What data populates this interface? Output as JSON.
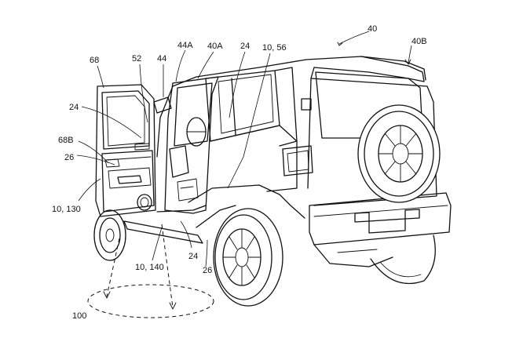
{
  "diagram": {
    "reference_labels": [
      {
        "id": "40",
        "text": "40"
      },
      {
        "id": "40B",
        "text": "40B"
      },
      {
        "id": "44A",
        "text": "44A"
      },
      {
        "id": "40A",
        "text": "40A"
      },
      {
        "id": "24-top",
        "text": "24"
      },
      {
        "id": "10-56",
        "text": "10, 56"
      },
      {
        "id": "68",
        "text": "68"
      },
      {
        "id": "52",
        "text": "52"
      },
      {
        "id": "44",
        "text": "44"
      },
      {
        "id": "24-left",
        "text": "24"
      },
      {
        "id": "68B",
        "text": "68B"
      },
      {
        "id": "26-left",
        "text": "26"
      },
      {
        "id": "10-130",
        "text": "10, 130"
      },
      {
        "id": "10-140",
        "text": "10, 140"
      },
      {
        "id": "24-bottom",
        "text": "24"
      },
      {
        "id": "26-bottom",
        "text": "26"
      },
      {
        "id": "100",
        "text": "100"
      }
    ]
  }
}
